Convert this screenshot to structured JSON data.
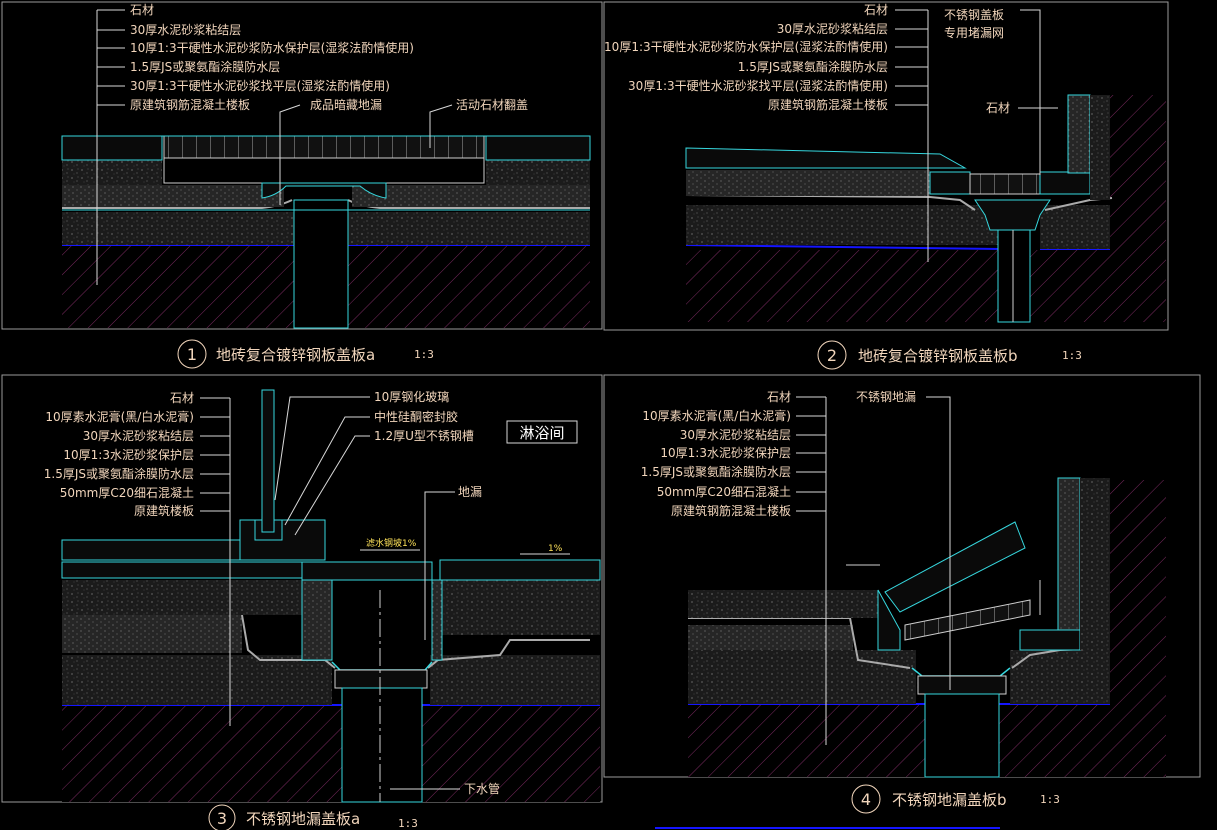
{
  "colors": {
    "background": "#000000",
    "leader": "#d8d8d8",
    "text": "#f2d6bc",
    "cyan": "#36d7de",
    "blue": "#1515ff",
    "hatch": "#8a2a66",
    "slope": "#ffe35a"
  },
  "panel1": {
    "labels": [
      "石材",
      "30厚水泥砂浆粘结层",
      "10厚1:3干硬性水泥砂浆防水保护层(湿浆法酌情使用)",
      "1.5厚JS或聚氨酯涂膜防水层",
      "30厚1:3干硬性水泥砂浆找平层(湿浆法酌情使用)",
      "原建筑钢筋混凝土楼板"
    ],
    "drain_label": "成品暗藏地漏",
    "cover_label": "活动石材翻盖",
    "number": "1",
    "title": "地砖复合镀锌钢板盖板a",
    "scale": "1:3"
  },
  "panel2": {
    "labels": [
      "石材",
      "30厚水泥砂浆粘结层",
      "10厚1:3干硬性水泥砂浆防水保护层(湿浆法酌情使用)",
      "1.5厚JS或聚氨酯涂膜防水层",
      "30厚1:3干硬性水泥砂浆找平层(湿浆法酌情使用)",
      "原建筑钢筋混凝土楼板"
    ],
    "cover_labels": [
      "不锈钢盖板",
      "专用堵漏网"
    ],
    "stone_label": "石材",
    "number": "2",
    "title": "地砖复合镀锌钢板盖板b",
    "scale": "1:3"
  },
  "panel3": {
    "labels": [
      "石材",
      "10厚素水泥膏(黑/白水泥膏)",
      "30厚水泥砂浆粘结层",
      "10厚1:3水泥砂浆保护层",
      "1.5厚JS或聚氨酯涂膜防水层",
      "50mm厚C20细石混凝土",
      "原建筑楼板"
    ],
    "glass_labels": [
      "10厚钢化玻璃",
      "中性硅酮密封胶",
      "1.2厚U型不锈钢槽"
    ],
    "room": "淋浴间",
    "drain": "地漏",
    "pipe": "下水管",
    "slope1": "滤水钢坡1%",
    "slope2": "1%",
    "number": "3",
    "title": "不锈钢地漏盖板a",
    "scale": "1:3"
  },
  "panel4": {
    "labels": [
      "石材",
      "10厚素水泥膏(黑/白水泥膏)",
      "30厚水泥砂浆粘结层",
      "10厚1:3水泥砂浆保护层",
      "1.5厚JS或聚氨酯涂膜防水层",
      "50mm厚C20细石混凝土",
      "原建筑钢筋混凝土楼板"
    ],
    "drain": "不锈钢地漏",
    "number": "4",
    "title": "不锈钢地漏盖板b",
    "scale": "1:3"
  }
}
